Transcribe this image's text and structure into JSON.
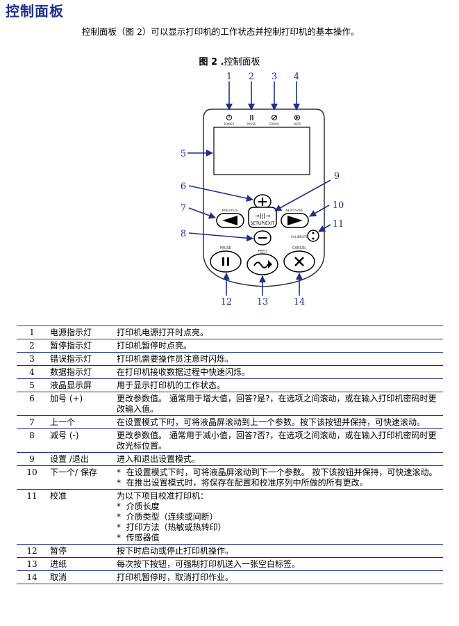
{
  "title": "控制面板",
  "intro": "控制面板（图  2）可以显示打印机的工作状态并控制打印机的基本操作。",
  "figure": {
    "label": "图 2 .",
    "caption": "控制面板"
  },
  "panel": {
    "indicators": [
      "POWER",
      "PAUSE",
      "ERROR",
      "DATA"
    ],
    "buttons": {
      "previous": "PREVIOUS",
      "next_save": "NEXT/SAVE",
      "setup_exit": "SETUP/EXIT",
      "calibrate": "CALIBRATE",
      "pause": "PAUSE",
      "feed": "FEED",
      "cancel": "CANCEL"
    },
    "callouts": [
      "1",
      "2",
      "3",
      "4",
      "5",
      "6",
      "7",
      "8",
      "9",
      "10",
      "11",
      "12",
      "13",
      "14"
    ],
    "accent": "#1d2f8f"
  },
  "rows": [
    {
      "num": "1",
      "name": "电源指示灯",
      "desc": [
        "打印机电源打开时点亮。"
      ]
    },
    {
      "num": "2",
      "name": "暂停指示灯",
      "desc": [
        "打印机暂停时点亮。"
      ]
    },
    {
      "num": "3",
      "name": "错误指示灯",
      "desc": [
        "打印机需要操作员注意时闪烁。"
      ]
    },
    {
      "num": "4",
      "name": "数据指示灯",
      "desc": [
        "在打印机接收数据过程中快速闪烁。"
      ]
    },
    {
      "num": "5",
      "name": "液晶显示屏",
      "desc": [
        "用于显示打印机的工作状态。"
      ]
    },
    {
      "num": "6",
      "name": "加号 (+)",
      "desc": [
        "更改参数值。 通常用于增大值，回答?是?，在选项之间滚动，或在输入打印机密码时更改输入值。"
      ]
    },
    {
      "num": "7",
      "name": "上一个",
      "desc": [
        "在设置模式下时，可将液晶屏滚动到上一个参数。按下该按钮并保持，可快速滚动。"
      ]
    },
    {
      "num": "8",
      "name": "减号 (-)",
      "desc": [
        "更改参数值。 通常用于减小值，回答?否?，在选项之间滚动，或在输入打印机密码时更改光标位置。"
      ]
    },
    {
      "num": "9",
      "name": "设置 /退出",
      "desc": [
        "进入和退出设置模式。"
      ]
    },
    {
      "num": "10",
      "name": "下一个/ 保存",
      "bullets": [
        "在设置模式下时，可将液晶屏滚动到下一个参数。 按下该按钮并保持，可快速滚动。",
        "在推出设置模式时，将保存在配置和校准序列中所做的所有更改。"
      ]
    },
    {
      "num": "11",
      "name": "校准",
      "desc": [
        "为以下项目校准打印机："
      ],
      "bullets": [
        "介质长度",
        "介质类型（连续或间断）",
        "打印方法（热敏或热转印）",
        "传感器值"
      ]
    },
    {
      "num": "12",
      "name": "暂停",
      "desc": [
        "按下时启动或停止打印机操作。"
      ]
    },
    {
      "num": "13",
      "name": "进纸",
      "desc": [
        "每次按下按钮，可强制打印机送入一张空白标签。"
      ]
    },
    {
      "num": "14",
      "name": "取消",
      "desc": [
        "打印机暂停时，取消打印作业。"
      ]
    }
  ]
}
